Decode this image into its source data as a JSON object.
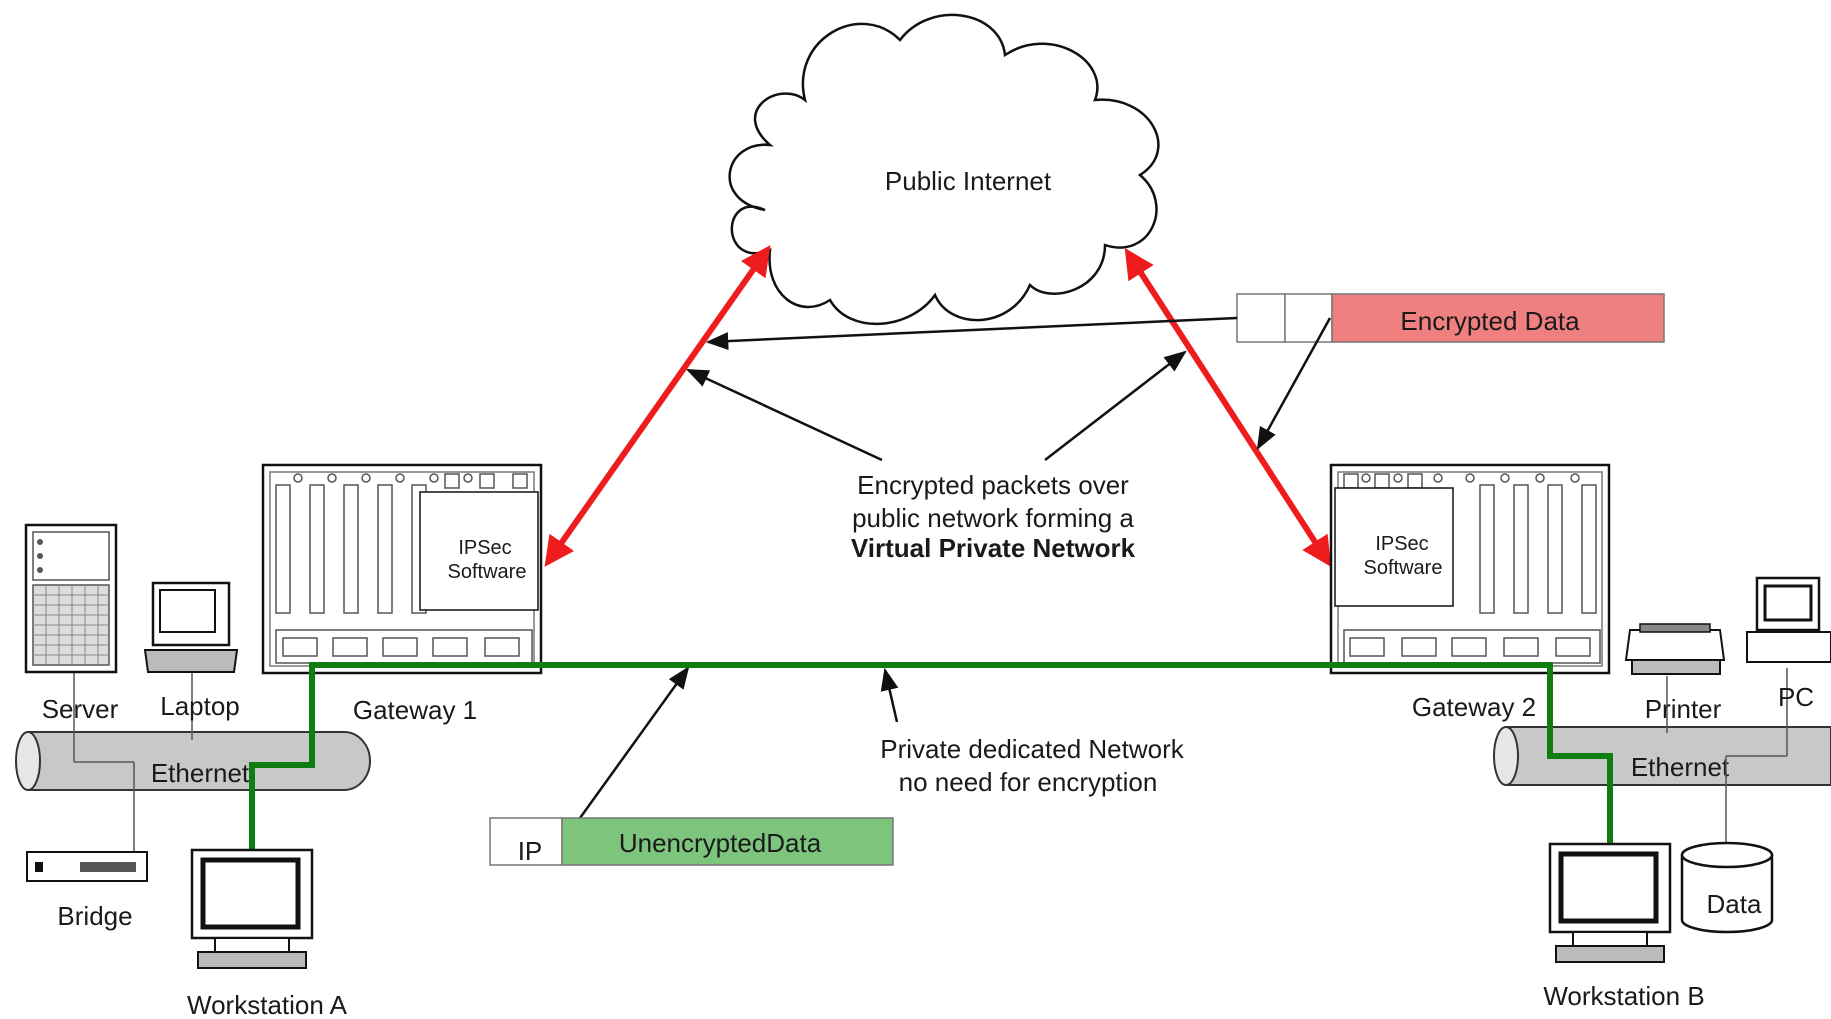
{
  "cloud": {
    "label": "Public Internet"
  },
  "encrypted_packet": {
    "label": "Encrypted Data",
    "color": "#f08080"
  },
  "unencrypted_packet": {
    "ip_label": "IP",
    "data_label": "UnencryptedData",
    "color": "#7dc47d"
  },
  "vpn_note": {
    "line1": "Encrypted packets over",
    "line2": "public network forming a",
    "line3": "Virtual Private Network"
  },
  "private_note": {
    "line1": "Private dedicated Network",
    "line2": "no need for encryption"
  },
  "gateway1": {
    "label": "Gateway 1",
    "software_line1": "IPSec",
    "software_line2": "Software"
  },
  "gateway2": {
    "label": "Gateway 2",
    "software_line1": "IPSec",
    "software_line2": "Software"
  },
  "left_lan": {
    "server": "Server",
    "laptop": "Laptop",
    "ethernet": "Ethernet",
    "bridge": "Bridge",
    "workstation": "Workstation A"
  },
  "right_lan": {
    "printer": "Printer",
    "pc": "PC",
    "ethernet": "Ethernet",
    "data": "Data",
    "workstation": "Workstation B"
  },
  "colors": {
    "vpn_link": "#ee1c1c",
    "private_link": "#0f7d0f",
    "pipe": "#c8c8c8"
  }
}
